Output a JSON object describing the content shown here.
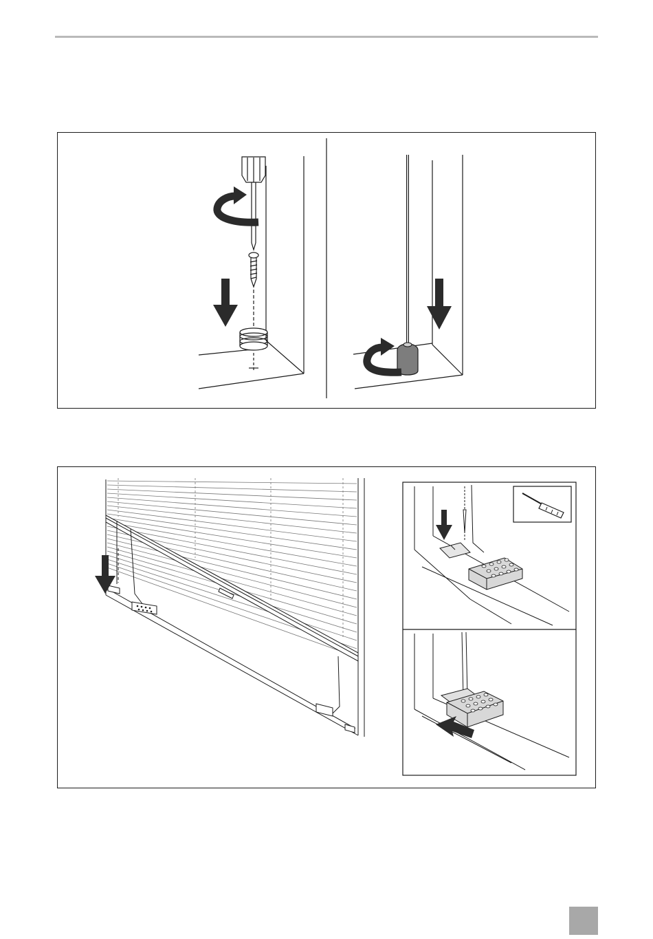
{
  "page": {
    "number": ""
  },
  "colors": {
    "header_rule": "#b9b9b9",
    "page_box": "#a8a8a8",
    "line": "#1a1a1a",
    "arrow": "#2b2b2b",
    "cap": "#7d7d7d"
  },
  "figures": [
    {
      "name": "fig-window-anchor-install",
      "panels": [
        "screw-insert-step",
        "cord-cap-step"
      ]
    },
    {
      "name": "fig-blind-cord-fixing",
      "panels": [
        "overview",
        "detail-screw-fixing",
        "detail-slide-on"
      ]
    }
  ],
  "icons": [
    "down-arrow-icon",
    "rotate-arrow-icon",
    "screwdriver-icon",
    "slide-arrow-icon"
  ]
}
